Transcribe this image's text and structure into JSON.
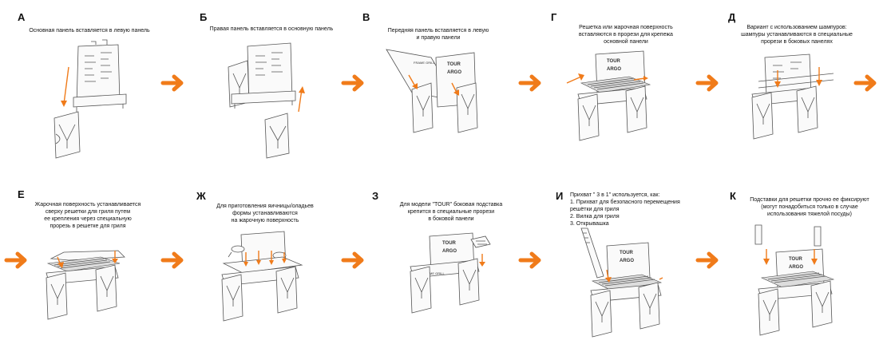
{
  "colors": {
    "accent": "#f07b1a",
    "line": "#555555",
    "background": "#ffffff"
  },
  "steps": [
    {
      "letter": "А",
      "caption": [
        "Основная панель вставляется в левую панель"
      ]
    },
    {
      "letter": "Б",
      "caption": [
        "Правая панель вставляется в основную панель"
      ]
    },
    {
      "letter": "В",
      "caption": [
        "Передняя панель вставляется в левую",
        "и правую панели"
      ]
    },
    {
      "letter": "Г",
      "caption": [
        "Решетка или жарочная поверхность",
        "вставляются в прорези для крепежа",
        "основной панели"
      ]
    },
    {
      "letter": "Д",
      "caption": [
        "Вариант с использованием шампуров:",
        "шампуры устанавливаются в специальные",
        "прорези в боковых панелях"
      ]
    },
    {
      "letter": "Е",
      "caption": [
        "Жарочная поверхность устанавливается",
        "сверху решетки для гриля путем",
        "ее крепления через специальную",
        "прорезь в решетке для гриля"
      ]
    },
    {
      "letter": "Ж",
      "caption": [
        "Для приготовления яичницы/оладьев",
        "формы устанавливаются",
        "на жарочную поверхность"
      ]
    },
    {
      "letter": "З",
      "caption": [
        "Для модели \"TOUR\" боковая подставка",
        "крепится в специальные прорези",
        "в боковой панели"
      ]
    },
    {
      "letter": "И",
      "caption": [
        "Прихват \" 3 в 1\" используется, как:",
        "1. Прихват для безопасного перемещения",
        "решётки для гриля",
        "2. Вилка для гриля",
        "3. Открывашка"
      ]
    },
    {
      "letter": "К",
      "caption": [
        "Подставки для решетки прочно ее фиксируют",
        "(могут понадобиться только в случае",
        "использования тяжелой посуды)"
      ]
    }
  ],
  "arrows": [
    "arrow-right",
    "arrow-right",
    "arrow-right",
    "arrow-right",
    "arrow-right",
    "arrow-right",
    "arrow-right",
    "arrow-right",
    "arrow-right",
    "arrow-right"
  ],
  "logo_text": [
    "TOUR",
    "ARGO",
    "FRAME GRILL"
  ]
}
